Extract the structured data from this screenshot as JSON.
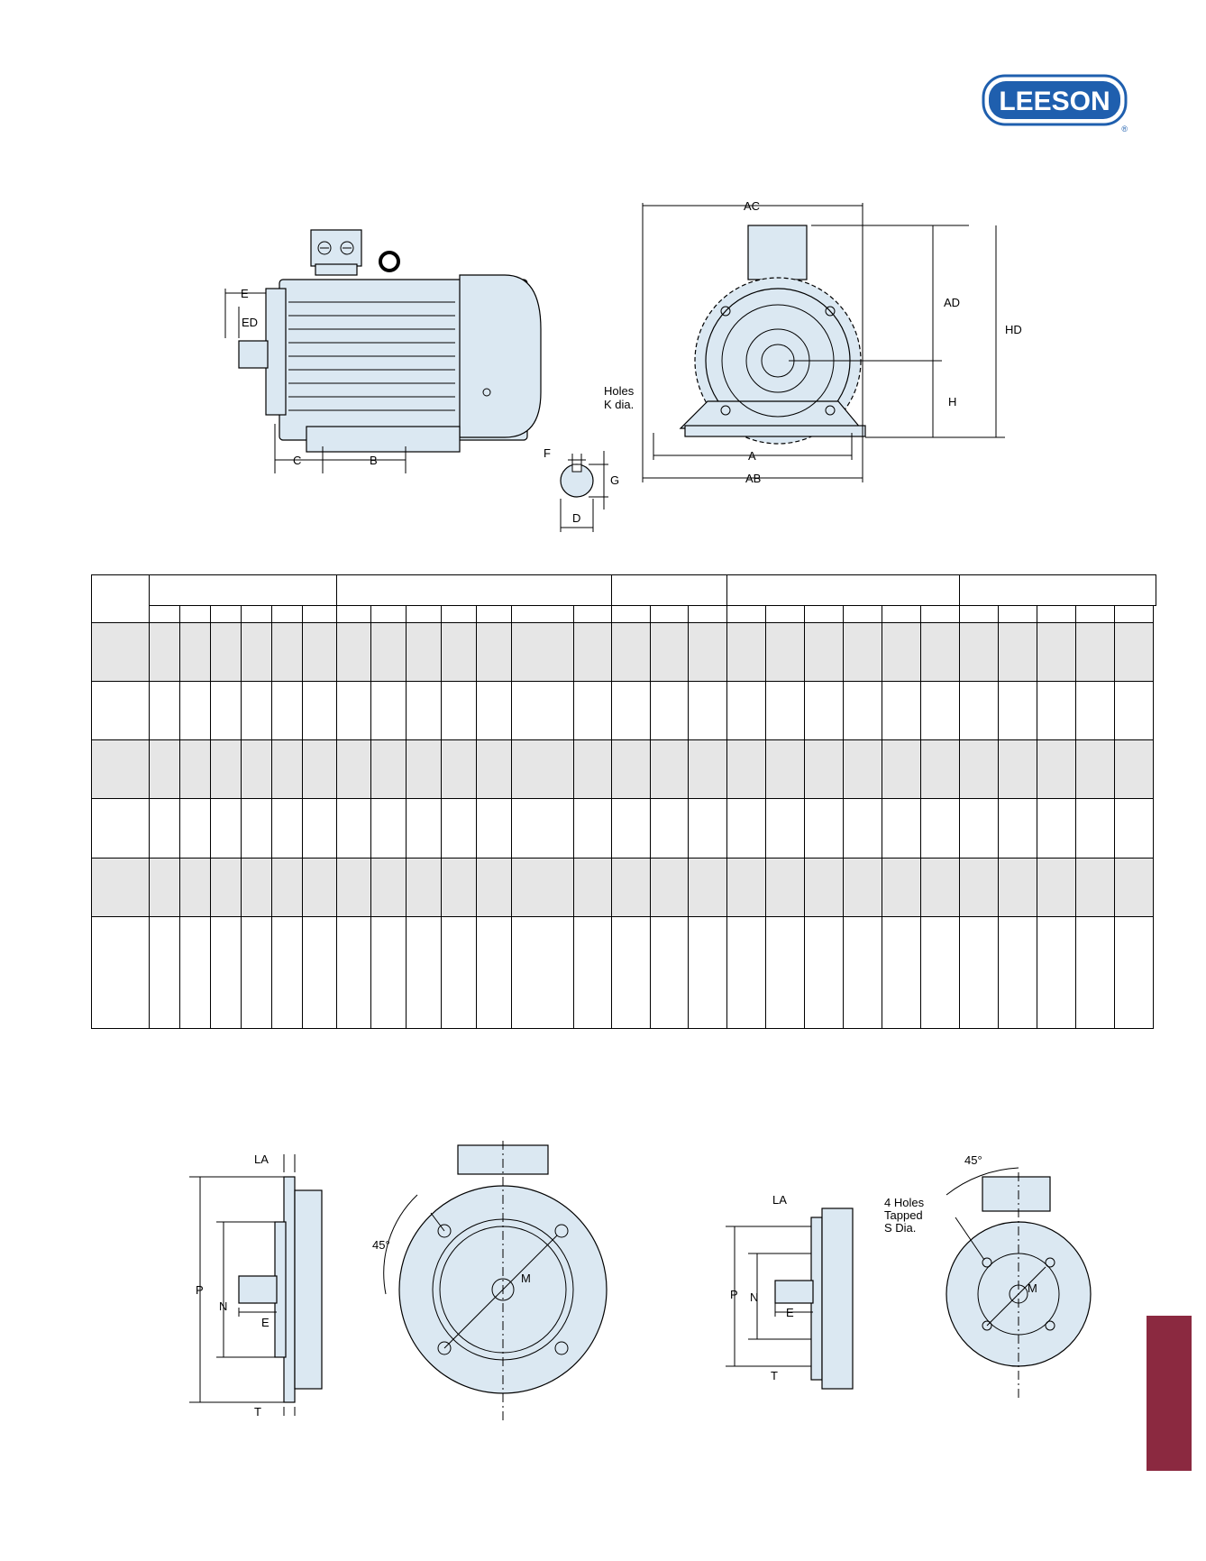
{
  "brand": {
    "name": "LEESON",
    "mark": "®",
    "color": "#1f5fae"
  },
  "colors": {
    "drawing_fill": "#dbe8f2",
    "tab_color": "#8b2940"
  },
  "top_left_labels": {
    "e": "E",
    "ed": "ED",
    "c": "C",
    "b": "B"
  },
  "shaft_labels": {
    "f": "F",
    "g": "G",
    "d": "D"
  },
  "top_right_labels": {
    "ac": "AC",
    "ad": "AD",
    "hd": "HD",
    "h": "H",
    "a": "A",
    "ab": "AB",
    "holes_line1": "Holes",
    "holes_line2": "K dia."
  },
  "bottom_left_labels": {
    "la": "LA",
    "p": "P",
    "n": "N",
    "e": "E",
    "t": "T",
    "angle": "45°",
    "m": "M"
  },
  "bottom_right_labels": {
    "la": "LA",
    "p": "P",
    "n": "N",
    "e": "E",
    "t": "T",
    "angle": "45°",
    "m": "M",
    "holes_line1": "4 Holes",
    "holes_line2": "Tapped",
    "holes_line3": "S Dia."
  }
}
